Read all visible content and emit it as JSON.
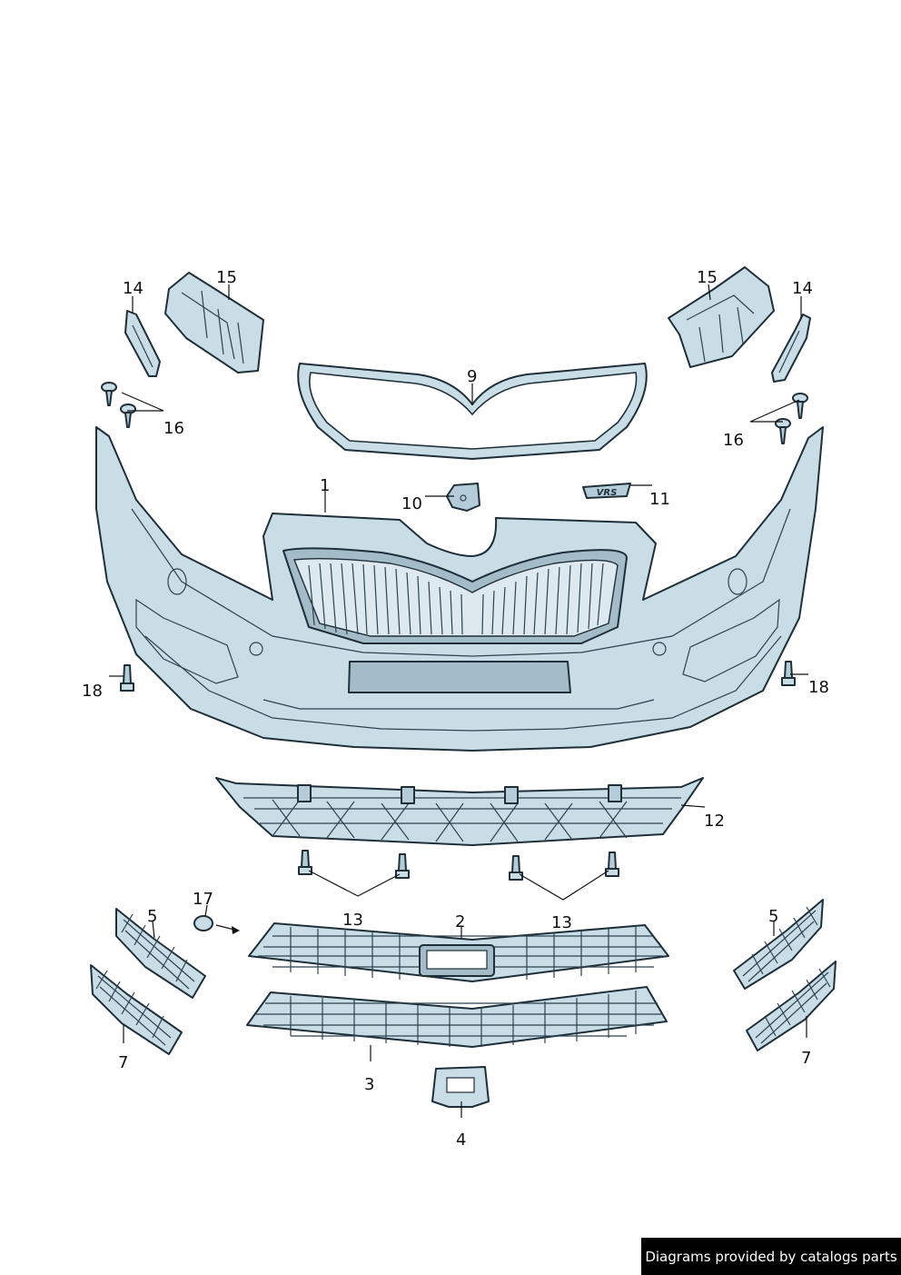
{
  "credit": "Diagrams provided by catalogs parts",
  "callouts": {
    "p1": "1",
    "p2": "2",
    "p3": "3",
    "p4": "4",
    "p5_left": "5",
    "p5_right": "5",
    "p7_left": "7",
    "p7_right": "7",
    "p9": "9",
    "p10": "10",
    "p11": "11",
    "p12": "12",
    "p13_left": "13",
    "p13_right": "13",
    "p14_left": "14",
    "p14_right": "14",
    "p15_left": "15",
    "p15_right": "15",
    "p16_left": "16",
    "p16_right": "16",
    "p17": "17",
    "p18_left": "18",
    "p18_right": "18"
  },
  "badge_text": "VRS",
  "colors": {
    "part": "#c9dde6",
    "outline": "#1e2f3a",
    "credit_bg": "#000000"
  }
}
